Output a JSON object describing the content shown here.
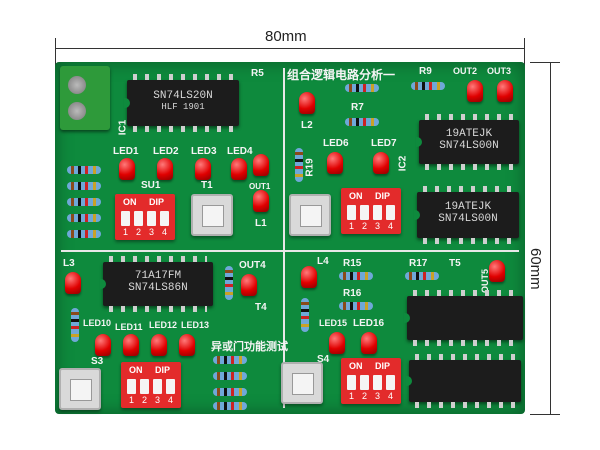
{
  "dimensions": {
    "width_label": "80mm",
    "height_label": "60mm"
  },
  "labels": {
    "r5": "R5",
    "title_logic": "组合逻辑电路分析一",
    "r9": "R9",
    "out2": "OUT2",
    "out3": "OUT3",
    "l2": "L2",
    "r7": "R7",
    "led1": "LED1",
    "led2": "LED2",
    "led3": "LED3",
    "led4": "LED4",
    "led6": "LED6",
    "led7": "LED7",
    "r19": "R19",
    "ic2": "IC2",
    "su1": "SU1",
    "t1": "T1",
    "out1": "OUT1",
    "l1": "L1",
    "l3": "L3",
    "out4": "OUT4",
    "t4": "T4",
    "l4": "L4",
    "r15": "R15",
    "r17": "R17",
    "t5": "T5",
    "out5": "OUT5",
    "r16": "R16",
    "led10": "LED10",
    "led11": "LED11",
    "led12": "LED12",
    "led13": "LED13",
    "led15": "LED15",
    "led16": "LED16",
    "xor_title": "异或门功能测试",
    "s3": "S3",
    "s4": "S4",
    "ic1": "IC1"
  },
  "chips": [
    {
      "line1": "SN74LS20N",
      "line2": "HLF    1901"
    },
    {
      "line1": "19ATEJK",
      "line2": "SN74LS00N"
    },
    {
      "line1": "19ATEJK",
      "line2": "SN74LS00N"
    },
    {
      "line1": "71A17FM",
      "line2": "SN74LS86N"
    },
    {
      "line1": "",
      "line2": ""
    },
    {
      "line1": "",
      "line2": ""
    }
  ],
  "dip": {
    "on": "ON",
    "dip": "DIP",
    "n1": "1",
    "n2": "2",
    "n3": "3",
    "n4": "4"
  },
  "colors": {
    "pcb": "#0e8a3d",
    "led": "#e00000",
    "dip": "#e32b2b"
  }
}
